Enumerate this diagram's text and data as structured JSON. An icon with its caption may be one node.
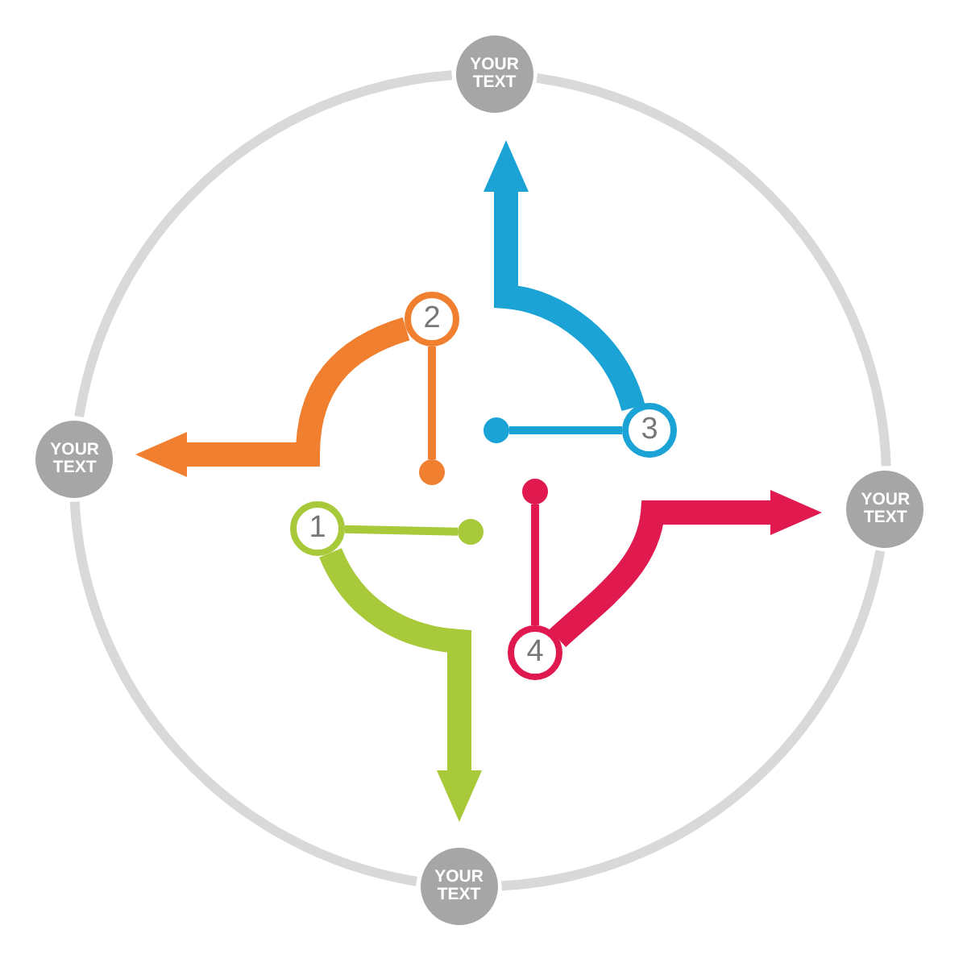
{
  "diagram": {
    "nodes": [
      {
        "text": [
          "YOUR TEXT"
        ]
      },
      {
        "text": [
          "YOUR TEXT"
        ]
      },
      {
        "text": [
          "YOUR TEXT"
        ]
      },
      {
        "text": [
          "YOUR TEXT"
        ]
      },
      {
        "text": [
          "2"
        ]
      },
      {
        "text": [],
        "shape": "circle"
      },
      {
        "text": [
          "3"
        ]
      },
      {
        "text": [],
        "shape": "circle"
      },
      {
        "text": [
          "1"
        ]
      },
      {
        "text": [],
        "shape": "circle"
      },
      {
        "text": [
          "4"
        ]
      },
      {
        "text": [],
        "shape": "circle"
      }
    ],
    "edges": [
      {
        "from": 0,
        "to": 2,
        "arrow": "none"
      },
      {
        "from": 2,
        "to": 3,
        "arrow": "none"
      },
      {
        "from": 3,
        "to": 1,
        "arrow": "none"
      },
      {
        "from": 1,
        "to": 0,
        "arrow": "none"
      },
      {
        "from": 4,
        "to": 5,
        "arrow": "none",
        "color": "#f07f2f"
      },
      {
        "from": 4,
        "to": 1,
        "arrow": "to",
        "style": "thick",
        "color": "#f07f2f"
      },
      {
        "from": 6,
        "to": 7,
        "arrow": "none",
        "color": "#1aa3d4"
      },
      {
        "from": 6,
        "to": 0,
        "arrow": "to",
        "style": "thick",
        "color": "#1aa3d4"
      },
      {
        "from": 8,
        "to": 9,
        "arrow": "none",
        "color": "#a8c93a"
      },
      {
        "from": 8,
        "to": 3,
        "arrow": "to",
        "style": "thick",
        "color": "#a8c93a"
      },
      {
        "from": 10,
        "to": 11,
        "arrow": "none",
        "color": "#e0194f"
      },
      {
        "from": 10,
        "to": 2,
        "arrow": "to",
        "style": "thick",
        "color": "#e0194f"
      }
    ]
  }
}
